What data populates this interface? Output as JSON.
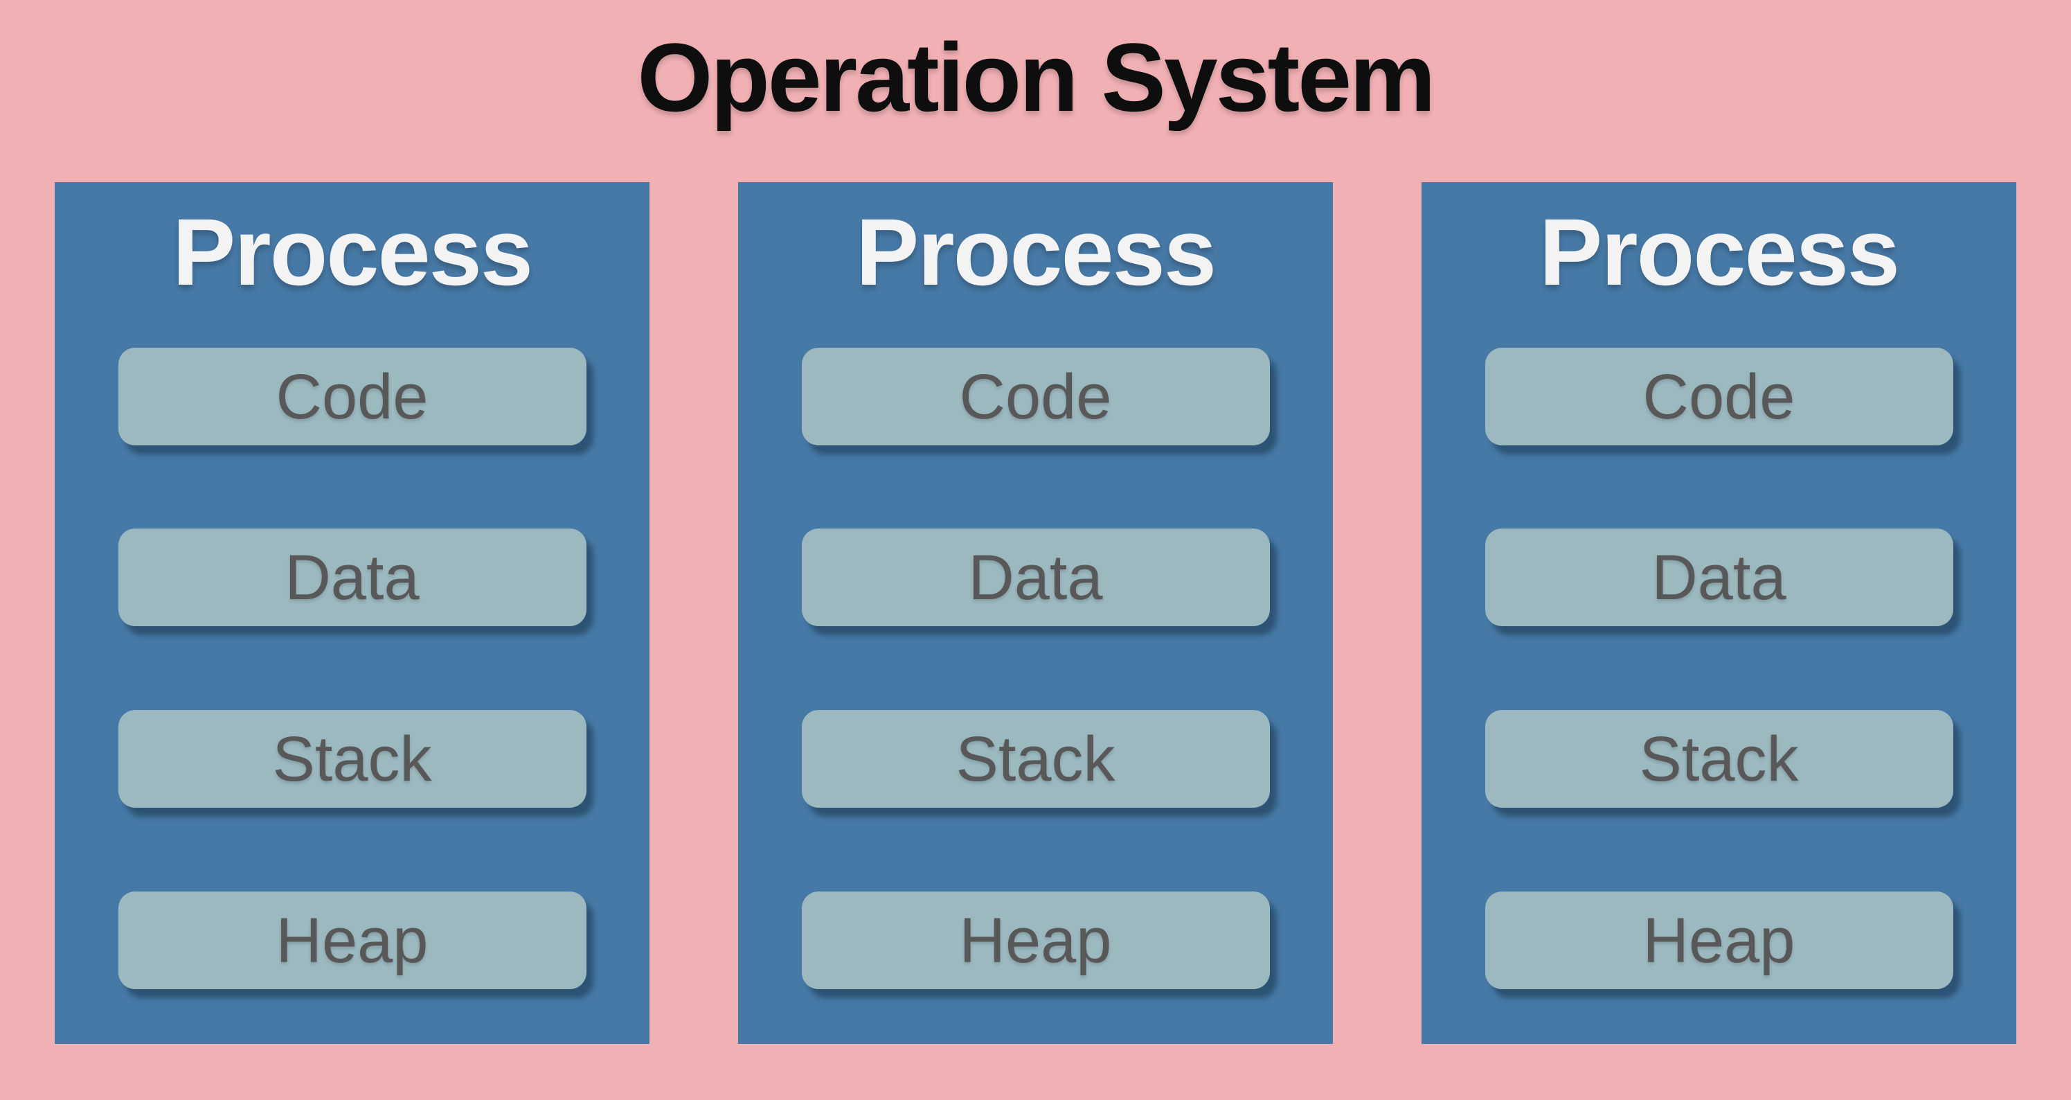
{
  "title": "Operation System",
  "colors": {
    "background_pink": "#f0b0b4",
    "process_card_blue": "#4779a6",
    "memory_segment_fill": "#9bb9bf",
    "memory_segment_text": "#585858",
    "process_title_text": "#f3f3f4",
    "os_title_text": "#0e0e0e"
  },
  "processes": [
    {
      "title": "Process",
      "segments": [
        "Code",
        "Data",
        "Stack",
        "Heap"
      ]
    },
    {
      "title": "Process",
      "segments": [
        "Code",
        "Data",
        "Stack",
        "Heap"
      ]
    },
    {
      "title": "Process",
      "segments": [
        "Code",
        "Data",
        "Stack",
        "Heap"
      ]
    }
  ]
}
